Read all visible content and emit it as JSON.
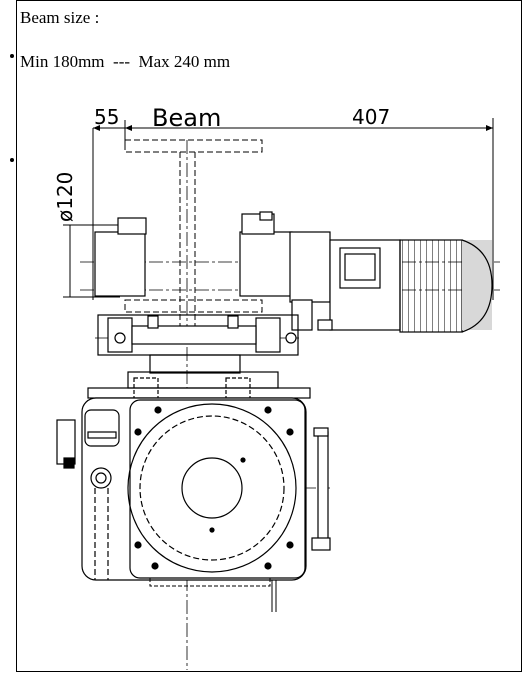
{
  "caption": {
    "line1": "Beam size :",
    "line2": "Min 180mm  ---  Max 240 mm"
  },
  "dimensions": {
    "left_offset": "55",
    "beam_label": "Beam",
    "right_offset": "407",
    "diameter": "ø120"
  },
  "colors": {
    "line": "#000000",
    "background": "#ffffff",
    "motor_shade": "#d8d8d8"
  }
}
